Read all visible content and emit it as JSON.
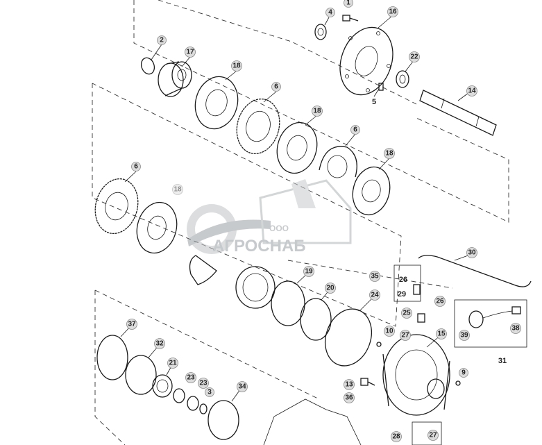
{
  "watermark": {
    "company_prefix": "ООО",
    "company_name": "АГРОСНАБ"
  },
  "callouts": {
    "c1": "1",
    "c2": "2",
    "c3": "3",
    "c4": "4",
    "c5": "5",
    "c6a": "6",
    "c6b": "6",
    "c6c": "6",
    "c9": "9",
    "c10": "10",
    "c13": "13",
    "c14": "14",
    "c15": "15",
    "c16": "16",
    "c17": "17",
    "c18a": "18",
    "c18b": "18",
    "c18c": "18",
    "c18d": "18",
    "c19": "19",
    "c20": "20",
    "c21": "21",
    "c22": "22",
    "c23a": "23",
    "c23b": "23",
    "c24": "24",
    "c25": "25",
    "c26a": "26",
    "c26b": "26",
    "c27a": "27",
    "c27b": "27",
    "c28": "28",
    "c29": "29",
    "c30": "30",
    "c31": "31",
    "c32": "32",
    "c34": "34",
    "c35": "35",
    "c36": "36",
    "c37": "37",
    "c38": "38",
    "c39": "39"
  }
}
